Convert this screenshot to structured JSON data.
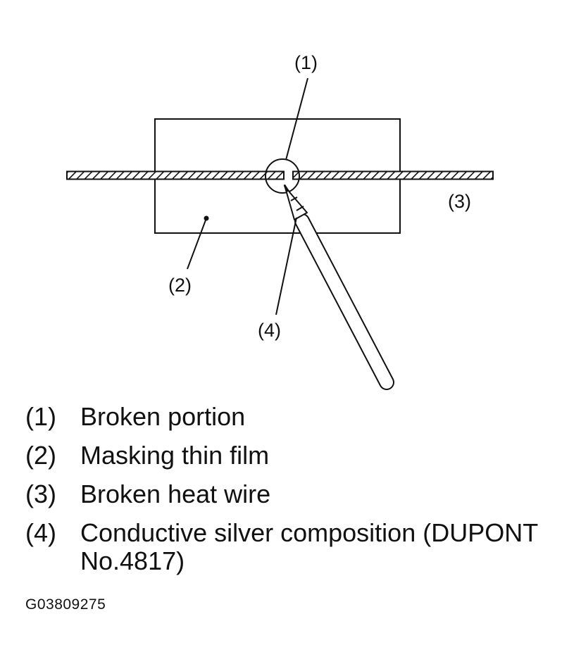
{
  "diagram": {
    "callouts": {
      "broken_portion": "(1)",
      "masking_thin_film": "(2)",
      "broken_heat_wire": "(3)",
      "conductive_silver": "(4)"
    }
  },
  "legend": [
    {
      "num": "(1)",
      "text": "Broken portion"
    },
    {
      "num": "(2)",
      "text": "Masking thin film"
    },
    {
      "num": "(3)",
      "text": "Broken heat wire"
    },
    {
      "num": "(4)",
      "text": "Conductive silver composition (DUPONT No.4817)"
    }
  ],
  "figure_code": "G03809275"
}
